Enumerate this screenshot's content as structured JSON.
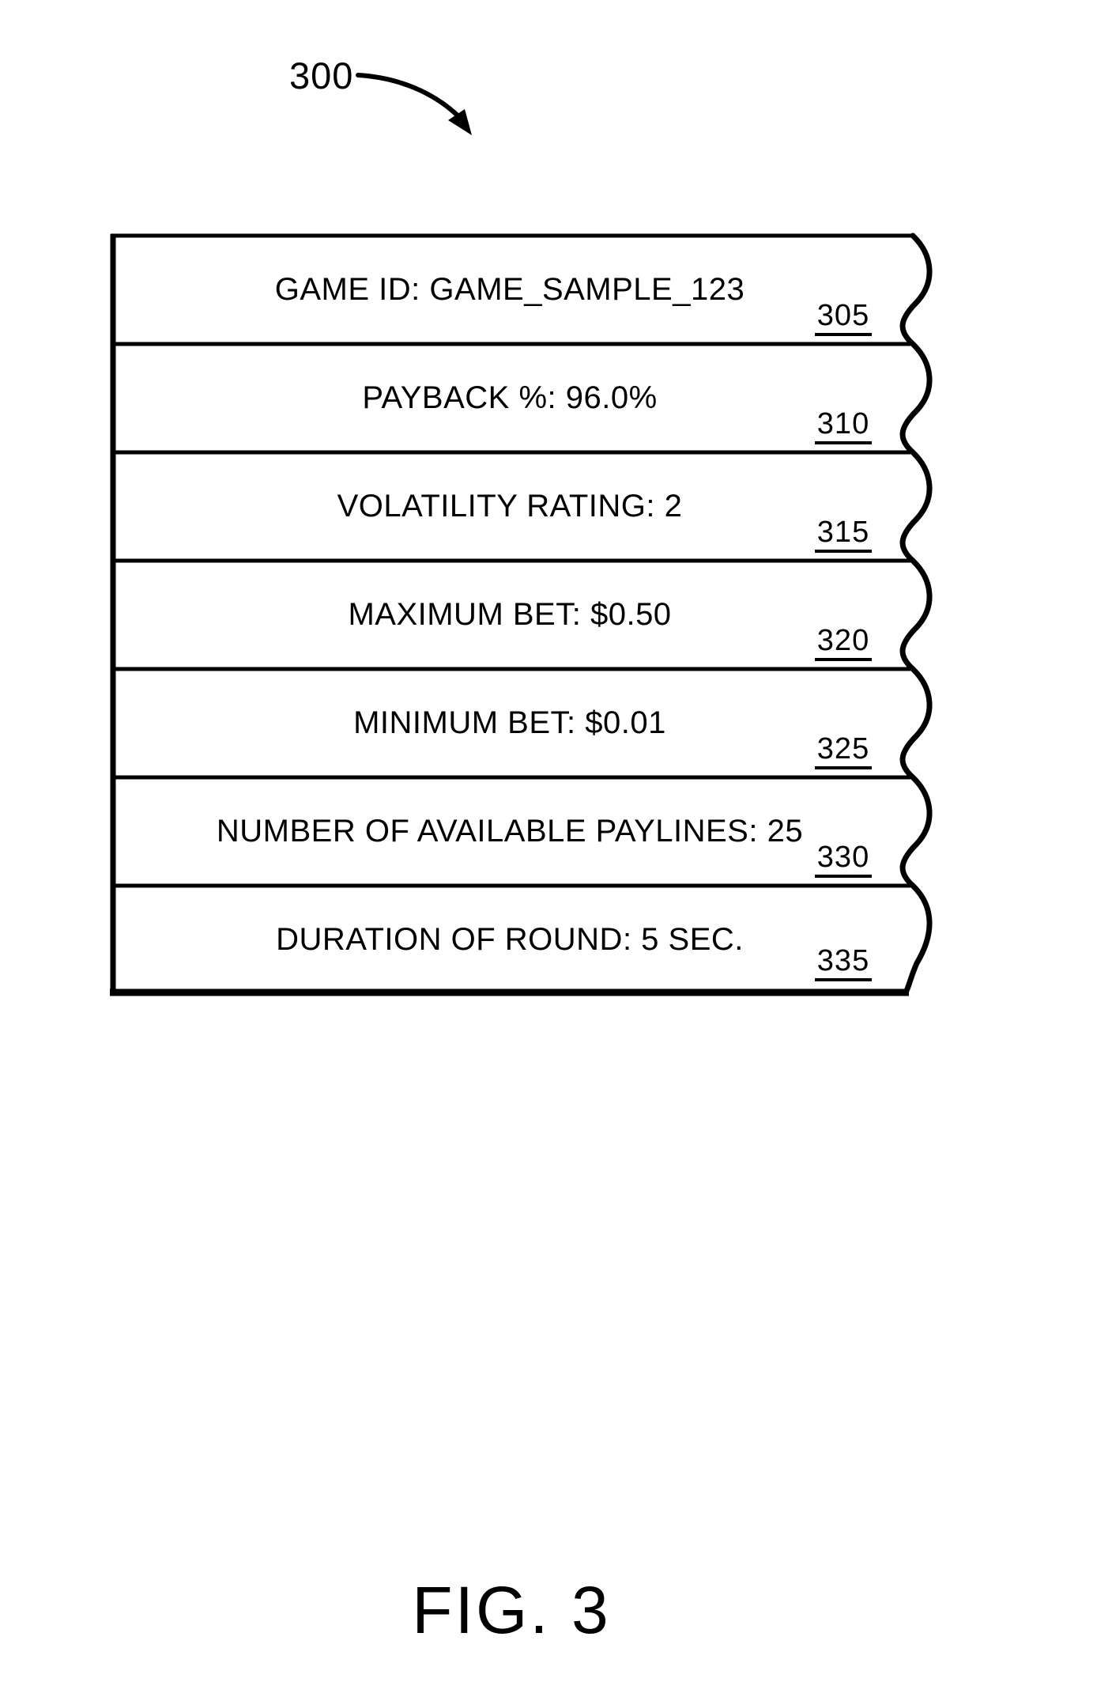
{
  "figure": {
    "lead_ref": "300",
    "caption": "FIG. 3"
  },
  "table": {
    "rows": [
      {
        "label": "GAME ID: GAME_SAMPLE_123",
        "ref": "305"
      },
      {
        "label": "PAYBACK %: 96.0%",
        "ref": "310"
      },
      {
        "label": "VOLATILITY RATING: 2",
        "ref": "315"
      },
      {
        "label": "MAXIMUM BET: $0.50",
        "ref": "320"
      },
      {
        "label": "MINIMUM BET: $0.01",
        "ref": "325"
      },
      {
        "label": "NUMBER OF AVAILABLE PAYLINES: 25",
        "ref": "330"
      },
      {
        "label": "DURATION OF ROUND: 5 SEC.",
        "ref": "335"
      }
    ]
  },
  "icons": {
    "lead_arrow": "curved-arrow-icon"
  },
  "colors": {
    "ink": "#000000",
    "paper": "#ffffff"
  }
}
